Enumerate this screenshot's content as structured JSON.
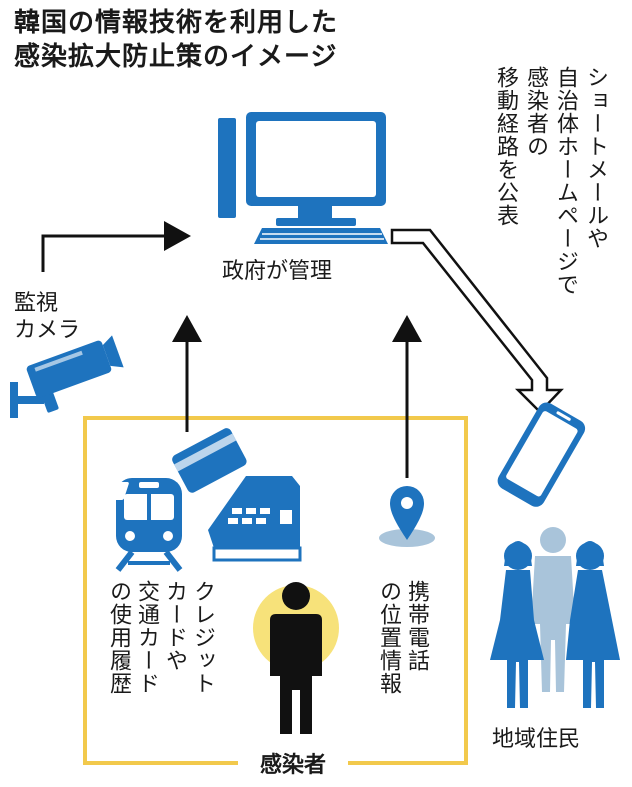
{
  "title": {
    "line1": "韓国の情報技術を利用した",
    "line2": "感染拡大防止策のイメージ"
  },
  "government": {
    "label": "政府が管理",
    "icon": "computer-icon"
  },
  "camera": {
    "line1": "監視",
    "line2": "カメラ",
    "icon": "cctv-camera-icon"
  },
  "publish_note": "ショートメールや\n自治体ホームページで\n感染者の\n移動経路を公表",
  "infected_box": {
    "label": "感染者",
    "cards_text": "クレジット\nカードや\n交通カード\nの使用履歴",
    "location_text": "携帯電話\nの位置情報"
  },
  "residents": {
    "label": "地域住民"
  },
  "colors": {
    "blue": "#1e73be",
    "light_blue": "#a9c4da",
    "frame_yellow": "#f2c94c",
    "highlight_yellow": "#f7e27a",
    "black": "#111111"
  }
}
